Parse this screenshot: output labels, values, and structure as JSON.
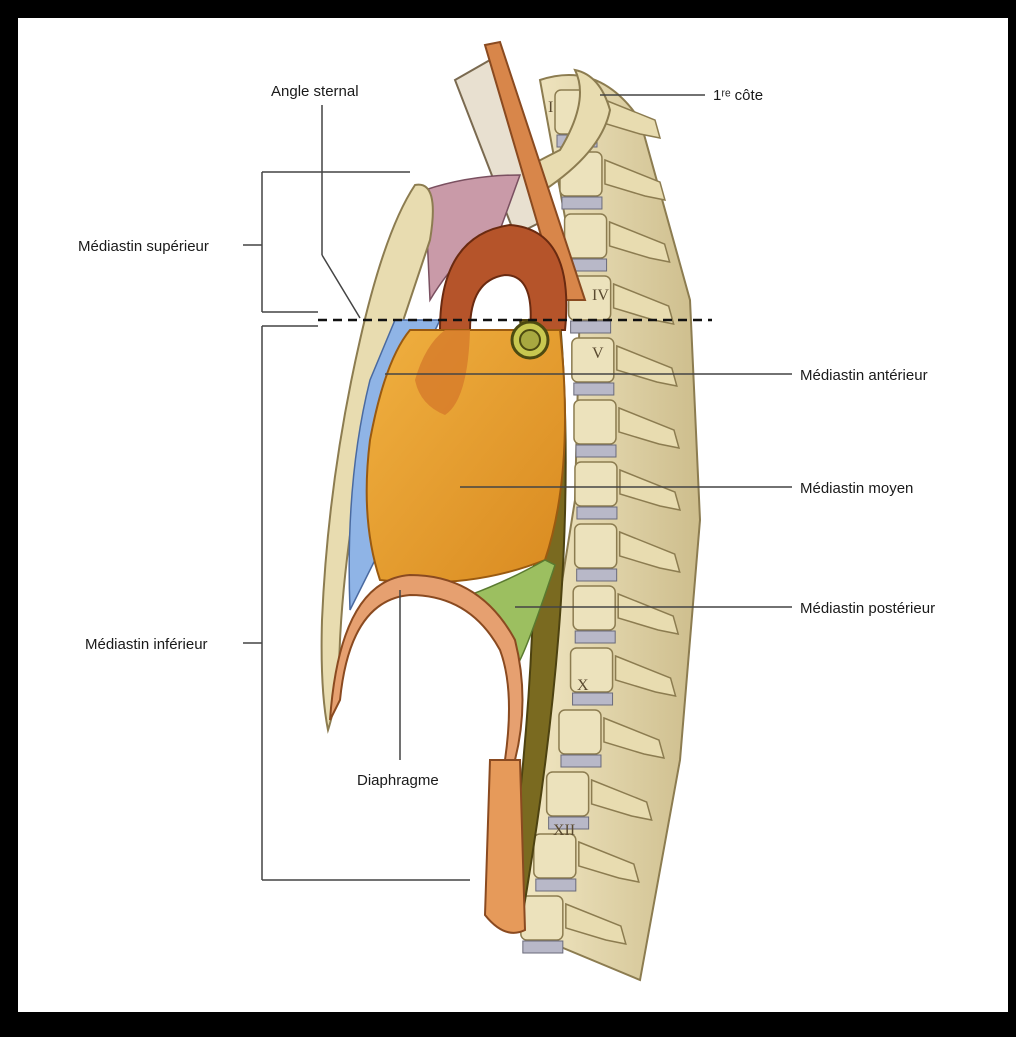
{
  "labels": {
    "angle_sternal": "Angle sternal",
    "premiere_cote": "1ʳᵉ côte",
    "mediastin_superieur": "Médiastin supérieur",
    "mediastin_anterieur": "Médiastin antérieur",
    "mediastin_moyen": "Médiastin moyen",
    "mediastin_posterieur": "Médiastin postérieur",
    "mediastin_inferieur": "Médiastin inférieur",
    "diaphragme": "Diaphragme"
  },
  "vertebra_numerals": {
    "v1": "I",
    "v4": "IV",
    "v5": "V",
    "v10": "X",
    "v12": "XII"
  },
  "colors": {
    "bone": "#e8dcb0",
    "bone_shade": "#c9b98a",
    "pericardium": "#e8a030",
    "aorta": "#b5542a",
    "esophagus": "#7a6a20",
    "anterior_mediastinum": "#8fb4e6",
    "posterior_mediastinum": "#9cbf60",
    "thymus": "#c99aa8"
  }
}
